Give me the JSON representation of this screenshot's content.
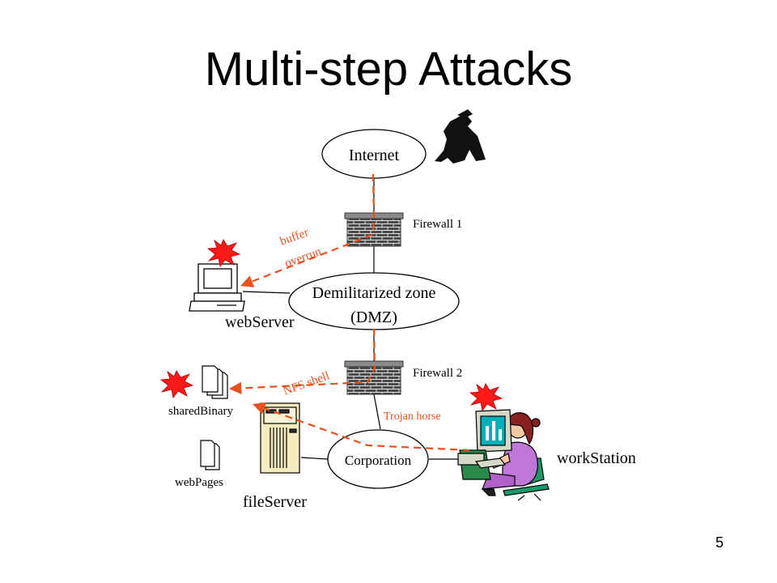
{
  "slide": {
    "title": "Multi-step Attacks",
    "page_number": "5"
  },
  "nodes": {
    "internet": "Internet",
    "dmz_line1": "Demilitarized zone",
    "dmz_line2": "(DMZ)",
    "corporation": "Corporation",
    "firewall1": "Firewall 1",
    "firewall2": "Firewall 2",
    "web_server": "webServer",
    "file_server": "fileServer",
    "work_station": "workStation",
    "shared_binary": "sharedBinary",
    "web_pages": "webPages"
  },
  "attack_steps": {
    "buffer_line1": "buffer",
    "buffer_line2": "overrun",
    "nfs_shell": "NFS shell",
    "trojan_horse": "Trojan horse"
  },
  "colors": {
    "attack": "#e8501e",
    "firewall_brick": "#5a5a5a",
    "explosion": "#ff1a1a",
    "screen_teal": "#00b0b8"
  }
}
